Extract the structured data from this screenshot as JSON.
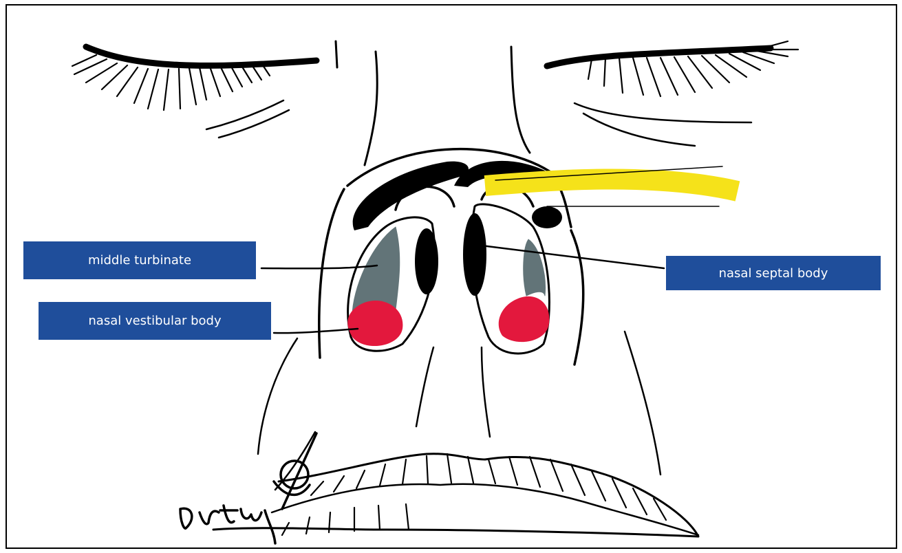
{
  "labels": {
    "middle_turbinate": "middle turbinate",
    "nasal_vestibular_body": "nasal vestibular body",
    "nasal_septal_body": "nasal septal body"
  },
  "signature": "Dr Tuy",
  "colors": {
    "label_bg": "#1f4e9b",
    "label_text": "#ffffff",
    "turbinate": "#627478",
    "vestibular_body": "#e3183d",
    "highlight": "#f5e21a",
    "line": "#000000"
  }
}
